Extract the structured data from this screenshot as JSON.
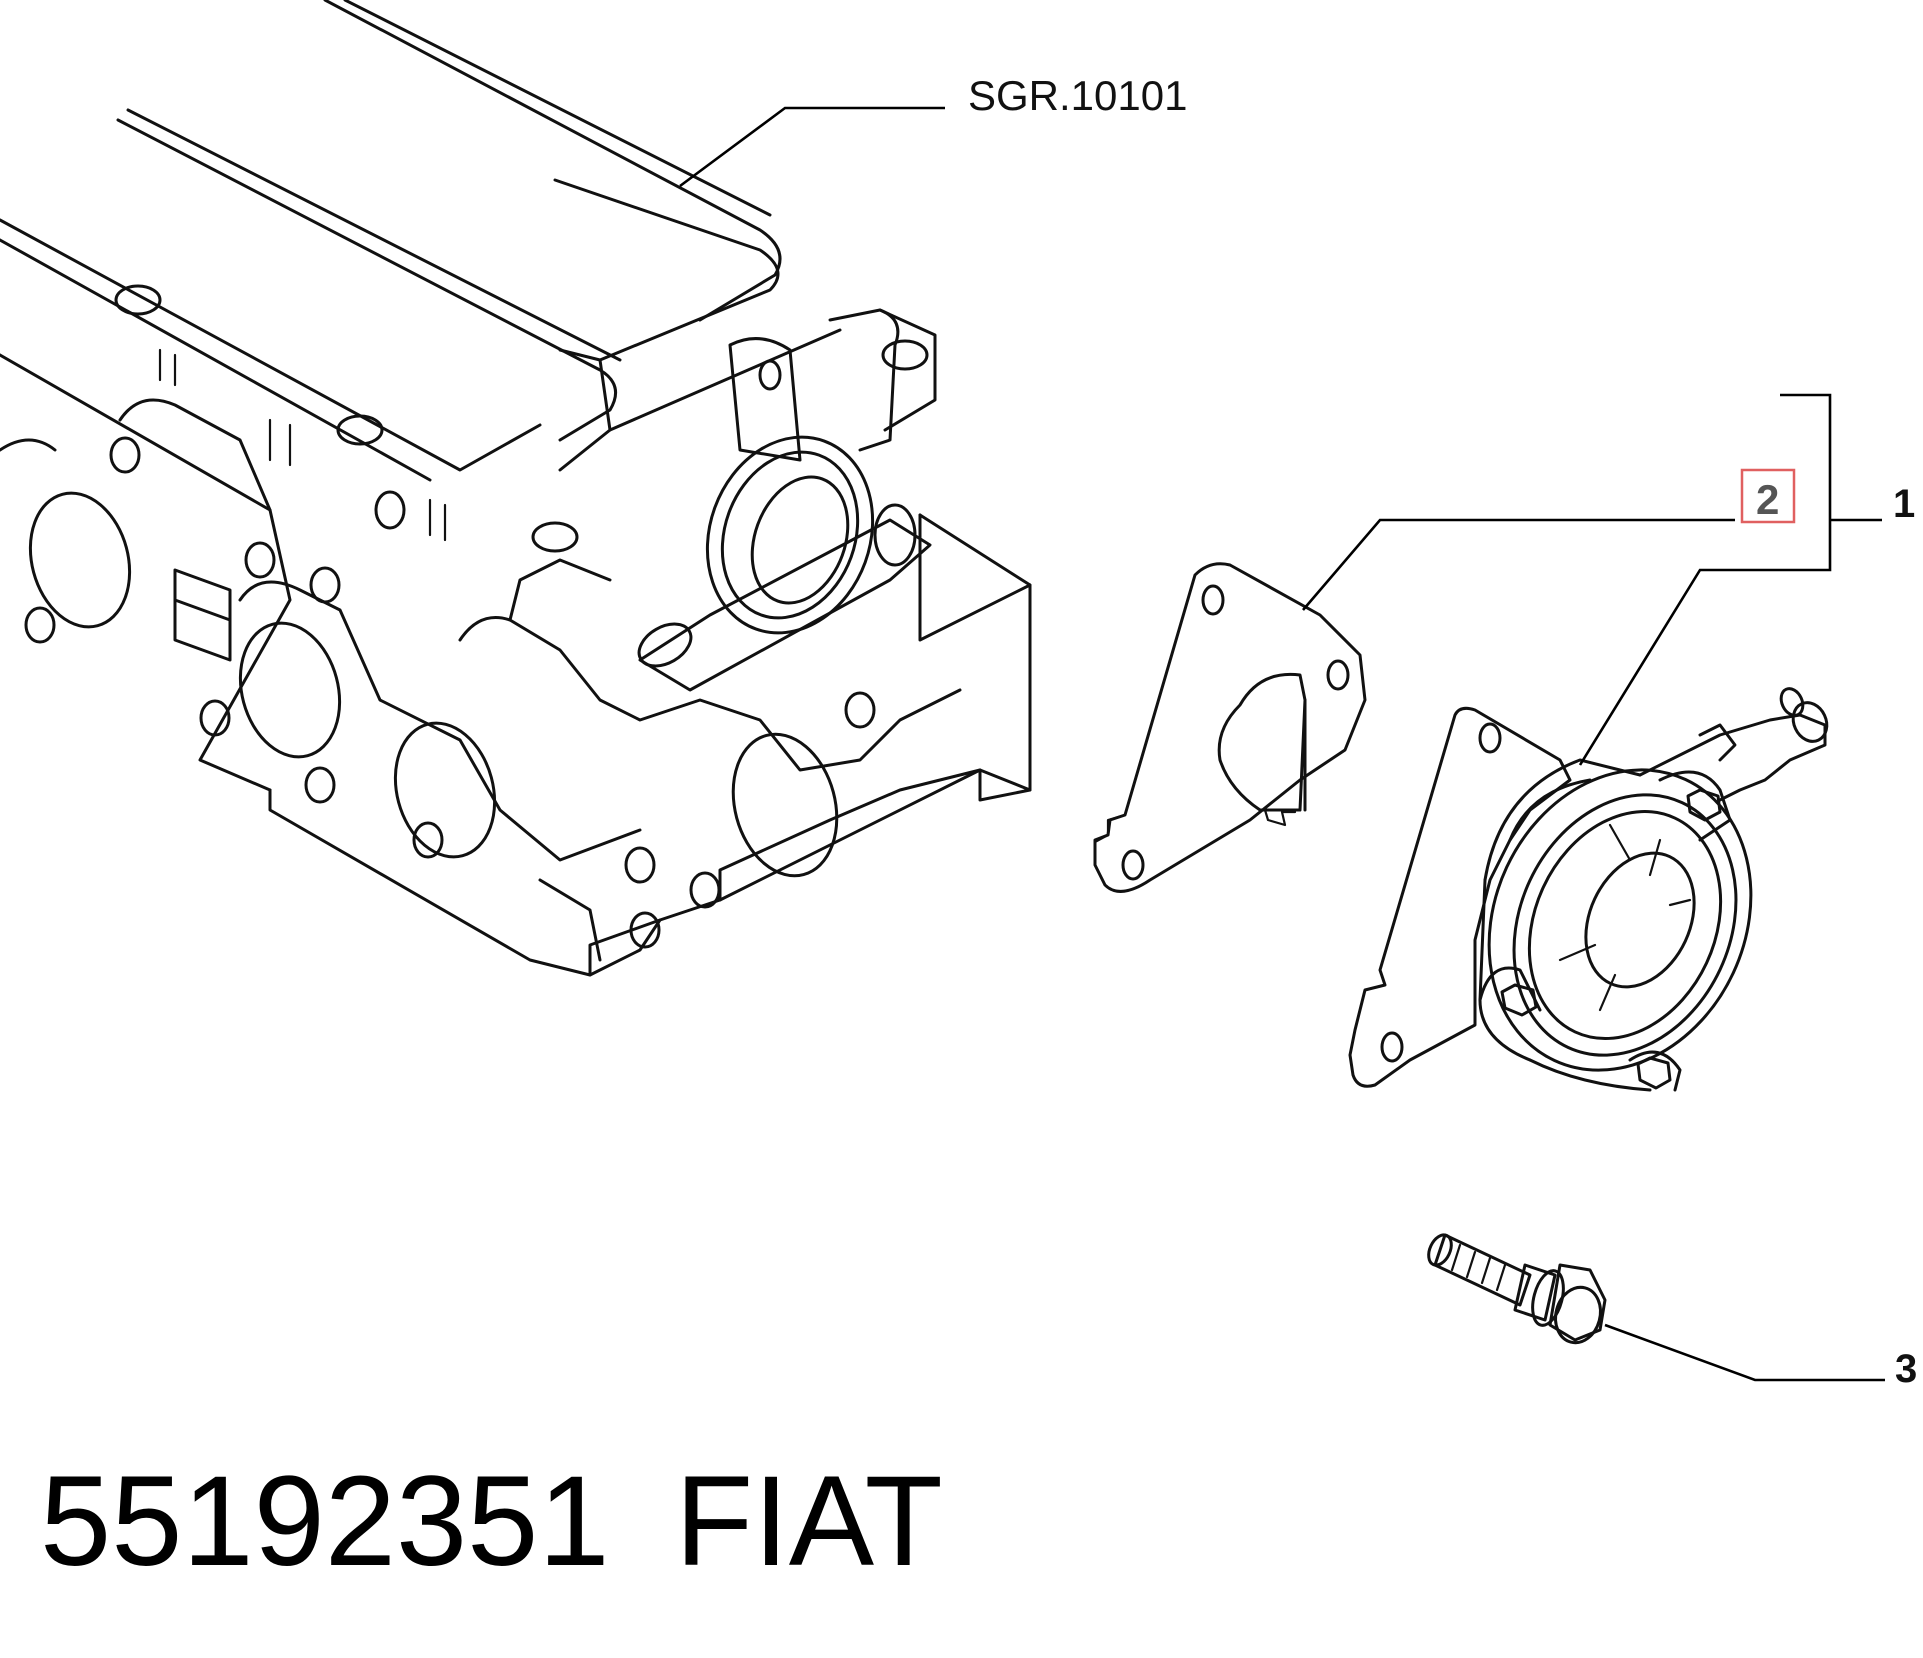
{
  "labels": {
    "subgroup_ref": "SGR.10101",
    "callout_1": "1",
    "callout_2": "2",
    "callout_3": "3"
  },
  "footer": {
    "part_number": "55192351",
    "brand": "FIAT"
  },
  "colors": {
    "line": "#111111",
    "highlight_box": "#e06060",
    "callout_2_text": "#555555"
  }
}
